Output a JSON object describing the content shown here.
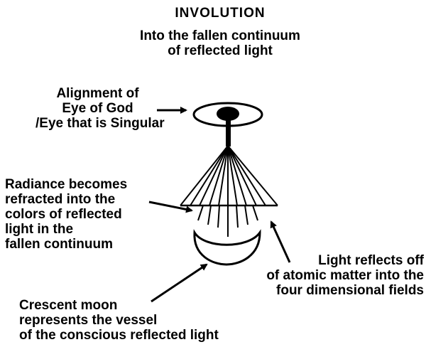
{
  "title": "INVOLUTION",
  "subtitle": [
    "Into the fallen continuum",
    "of reflected light"
  ],
  "labels": {
    "eye": [
      "Alignment of",
      "Eye of God",
      "/Eye that is Singular"
    ],
    "radiance": [
      "Radiance becomes",
      "refracted into the",
      "colors of reflected",
      "light in the",
      "fallen continuum"
    ],
    "light": [
      "Light reflects off",
      "of atomic matter into the",
      "four dimensional fields"
    ],
    "crescent": [
      "Crescent moon",
      "represents the vessel",
      "of the conscious reflected light"
    ]
  },
  "colors": {
    "ink": "#000000",
    "background": "#ffffff"
  },
  "icons": [
    "eye-icon",
    "crescent-moon-icon",
    "arrow-icon"
  ]
}
